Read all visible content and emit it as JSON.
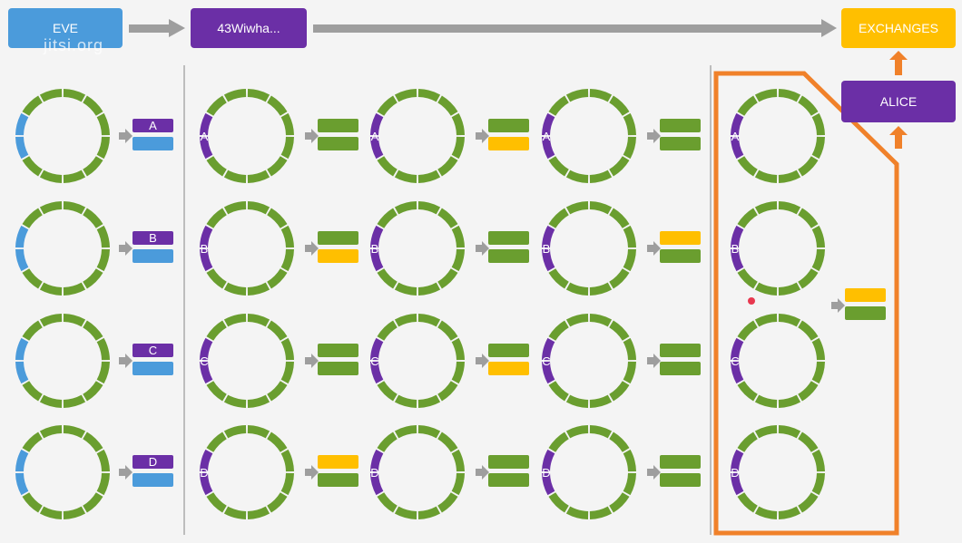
{
  "colors": {
    "background": "#f4f4f4",
    "ring": "#6a9e2f",
    "purple": "#6b2fa6",
    "blue": "#4b9bdb",
    "yellow": "#ffbf00",
    "orange": "#f0812a",
    "grey": "#9e9e9e",
    "divider": "#bdbdbd"
  },
  "header": {
    "eve_label": "EVE",
    "exchange_label": "43Wiwha...",
    "exchanges_label": "EXCHANGES",
    "watermark": "jitsi.org"
  },
  "alice": {
    "label": "ALICE"
  },
  "rows": [
    "A",
    "B",
    "C",
    "D"
  ],
  "eve_column": {
    "rows": [
      "A",
      "B",
      "C",
      "D"
    ]
  },
  "mix_rounds": [
    {
      "bars": [
        [
          "green",
          "green"
        ],
        [
          "green",
          "yellow"
        ],
        [
          "green",
          "green"
        ],
        [
          "yellow",
          "green"
        ]
      ]
    },
    {
      "bars": [
        [
          "green",
          "yellow"
        ],
        [
          "green",
          "green"
        ],
        [
          "green",
          "yellow"
        ],
        [
          "green",
          "green"
        ]
      ]
    },
    {
      "bars": [
        [
          "green",
          "green"
        ],
        [
          "yellow",
          "green"
        ],
        [
          "green",
          "green"
        ],
        [
          "green",
          "green"
        ]
      ]
    }
  ],
  "alice_output": [
    "yellow",
    "green"
  ]
}
